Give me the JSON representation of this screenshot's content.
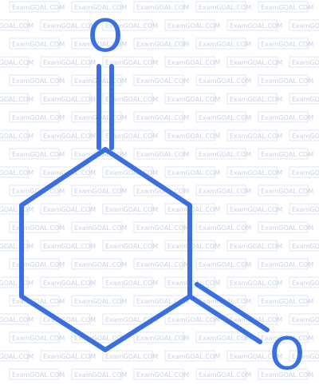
{
  "watermark": {
    "text": "ExamGOAL.COM",
    "color": "#c9d3e6"
  },
  "molecule": {
    "name": "cyclohexane-1,3-dione",
    "bond_color": "#3a6fe0",
    "atoms": {
      "o_top": "O",
      "o_bottom_right": "O"
    }
  }
}
